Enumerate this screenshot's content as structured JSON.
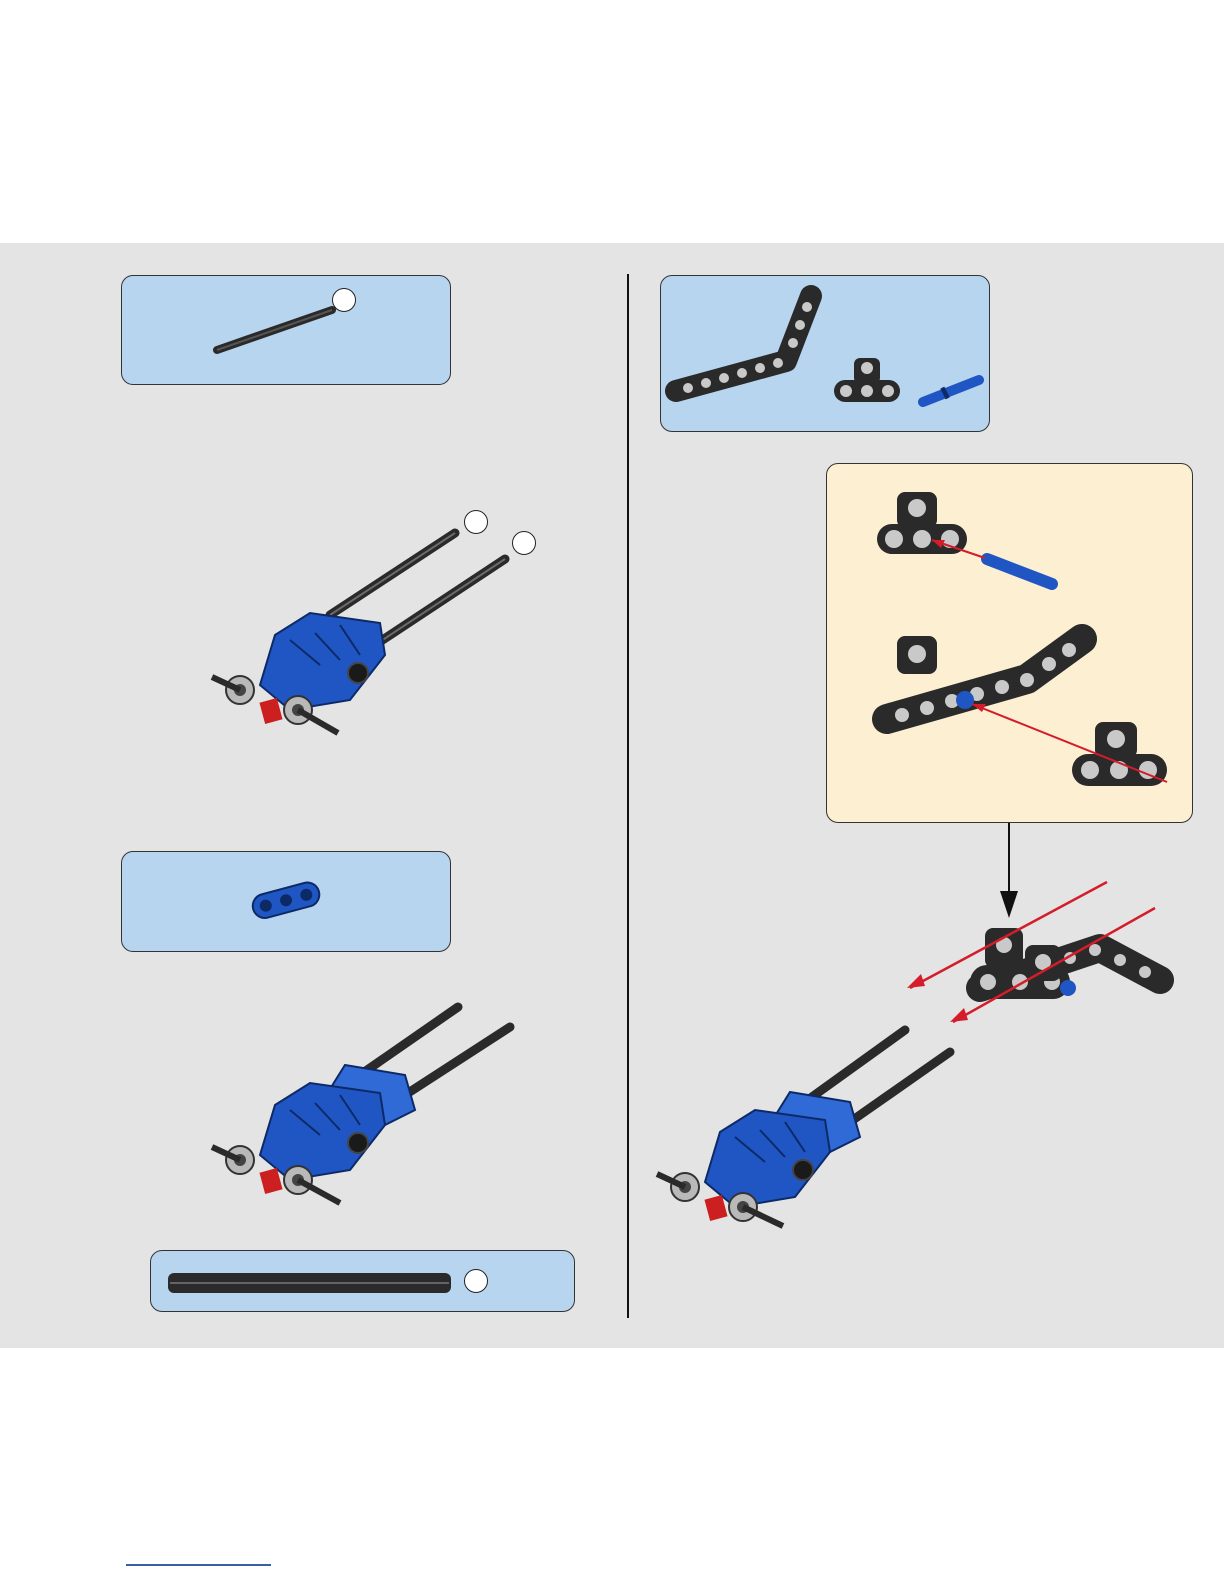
{
  "page": {
    "left_column": {
      "steps": [
        "step-add-axle",
        "step-add-connector"
      ]
    },
    "right_column": {
      "steps": [
        "step-assemble-frame"
      ]
    }
  },
  "colors": {
    "panel": "#e4e4e4",
    "parts_box": "#b8d5f0",
    "subassembly_box": "#fdefd2",
    "part_blue": "#1f56c4",
    "part_black": "#2c2c2c",
    "part_gray": "#b9b9b9",
    "part_red": "#cc1f1f",
    "arrow_red": "#d41c2a",
    "footer_rule": "#3b5ea8"
  },
  "icons": [
    "axle-icon",
    "bent-beam-icon",
    "bracket-icon",
    "pin-icon",
    "connector-icon",
    "long-axle-icon",
    "assembly-icon",
    "arrow-icon"
  ]
}
